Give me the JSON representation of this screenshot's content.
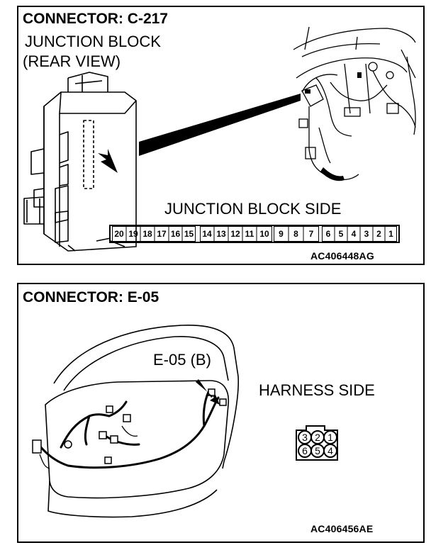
{
  "top_panel": {
    "title": "CONNECTOR: C-217",
    "subtitle_line1": "JUNCTION BLOCK",
    "subtitle_line2": "(REAR VIEW)",
    "side_label": "JUNCTION BLOCK SIDE",
    "connector_pins": [
      "20",
      "19",
      "18",
      "17",
      "16",
      "15",
      "14",
      "13",
      "12",
      "11",
      "10",
      "9",
      "8",
      "7",
      "6",
      "5",
      "4",
      "3",
      "2",
      "1"
    ],
    "figure_code": "AC406448AG"
  },
  "bottom_panel": {
    "title": "CONNECTOR: E-05",
    "connector_callout": "E-05 (B)",
    "side_label": "HARNESS SIDE",
    "connector_pins_top": [
      "3",
      "2",
      "1"
    ],
    "connector_pins_bottom": [
      "6",
      "5",
      "4"
    ],
    "figure_code": "AC406456AE"
  },
  "icons": [
    "junction-block-illustration",
    "arrow-icon",
    "dashboard-harness-illustration",
    "door-harness-illustration",
    "round-connector-icon"
  ]
}
